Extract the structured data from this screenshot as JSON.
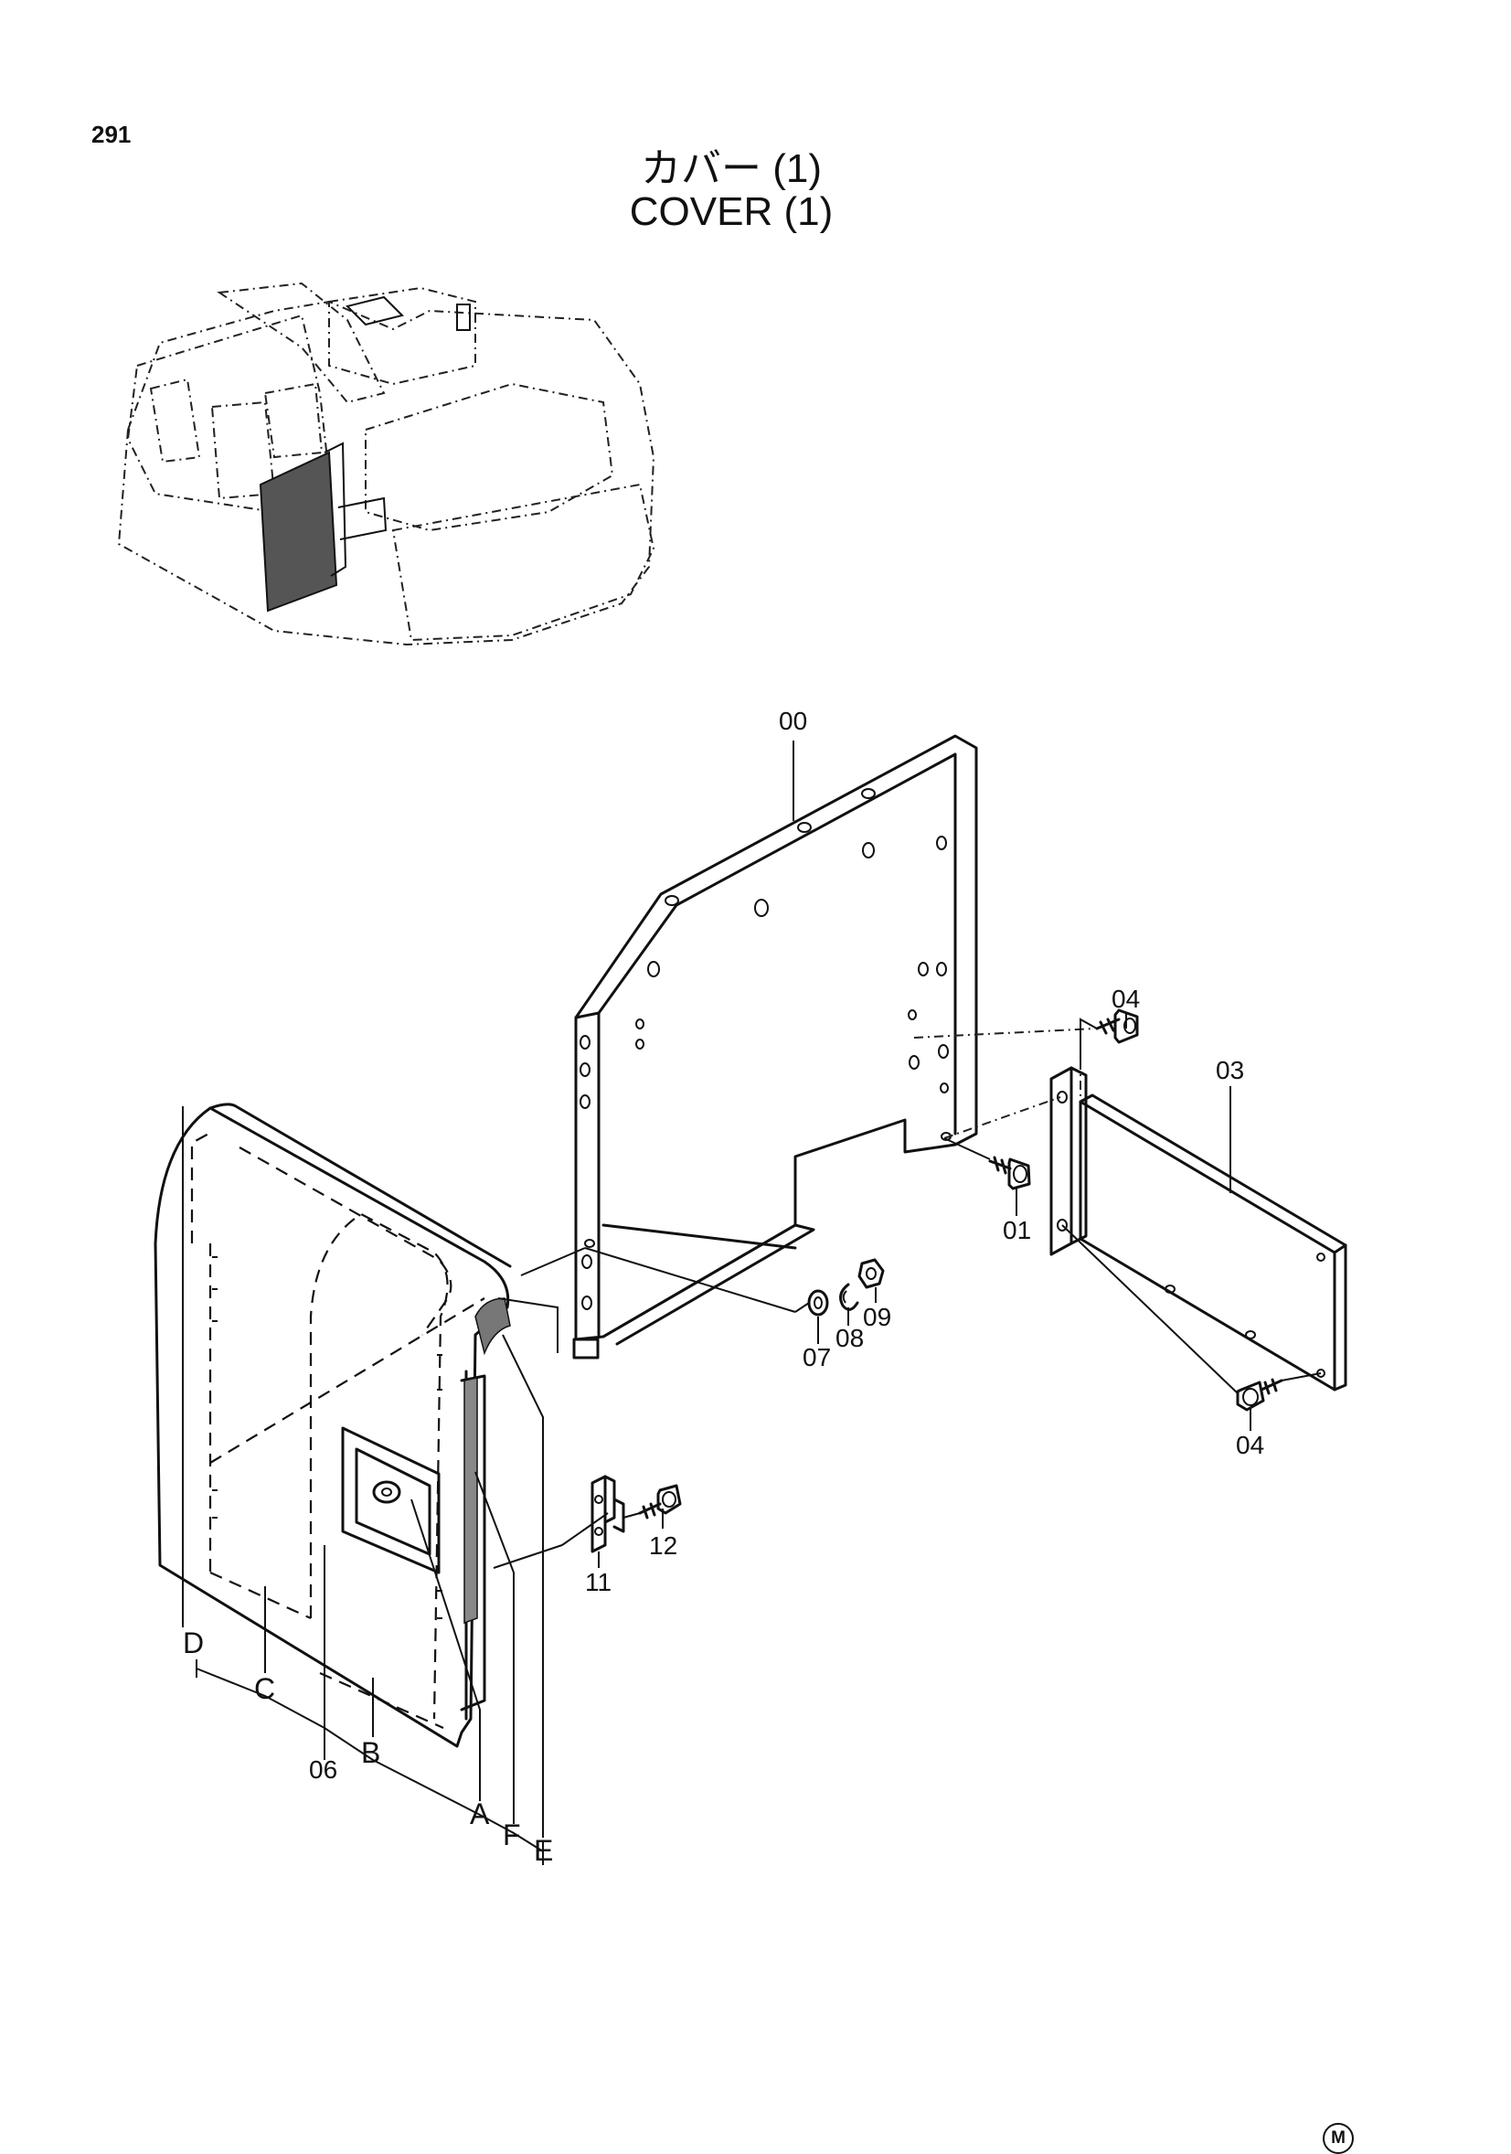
{
  "header": {
    "page_number": "291",
    "title_ja": "カバー (1)",
    "title_en": "COVER (1)"
  },
  "callouts": {
    "p00": "00",
    "p01": "01",
    "p03": "03",
    "p04_top": "04",
    "p04_bottom": "04",
    "p06": "06",
    "p07": "07",
    "p08": "08",
    "p09": "09",
    "p11": "11",
    "p12": "12",
    "a": "A",
    "b": "B",
    "c": "C",
    "d": "D",
    "e": "E",
    "f": "F"
  },
  "footer": {
    "mark": "M"
  }
}
